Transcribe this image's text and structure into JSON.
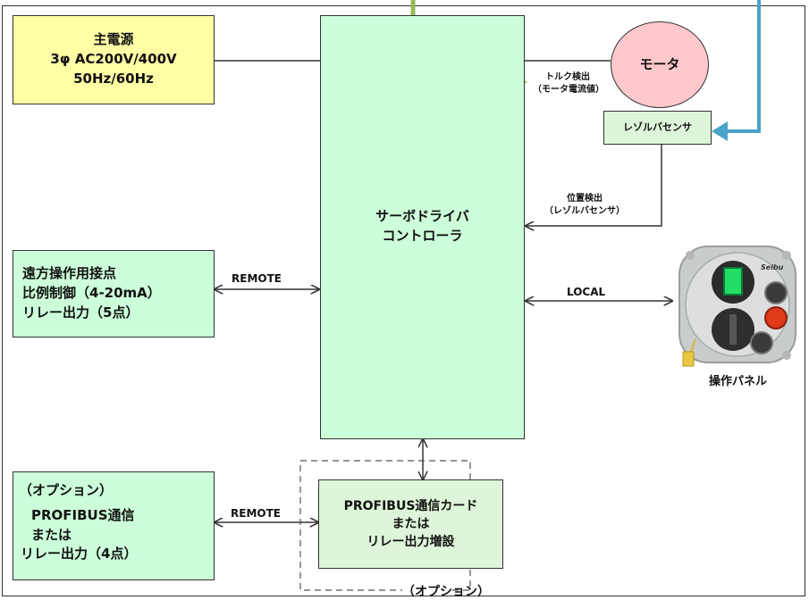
{
  "power": {
    "title": "主電源",
    "line1": "3φ AC200V/400V",
    "line2": "50Hz/60Hz"
  },
  "driver": {
    "line1": "サーボドライバ",
    "line2": "コントローラ"
  },
  "motor": {
    "label": "モータ"
  },
  "resolver": {
    "label": "レゾルバセンサ"
  },
  "torque": {
    "line1": "トルク検出",
    "line2": "（モータ電流値）"
  },
  "position": {
    "line1": "位置検出",
    "line2": "（レゾルバセンサ）"
  },
  "remote_box": {
    "line1": "遠方操作用接点",
    "line2": "比例制御（4-20mA）",
    "line3": "リレー出力（5点）"
  },
  "option_box": {
    "line1": "（オプション）",
    "line2": "PROFIBUS通信",
    "line3": "または",
    "line4": "リレー出力（4点）"
  },
  "card": {
    "line1": "PROFIBUS通信カード",
    "line2": "または",
    "line3": "リレー出力増設"
  },
  "option_label": "（オプション）",
  "remote_label_1": "REMOTE",
  "remote_label_2": "REMOTE",
  "local_label": "LOCAL",
  "panel_label": "操作パネル",
  "panel_brand": "Seibu",
  "colors": {
    "power_fill": "#ffffa6",
    "box_fill": "#ccffd9",
    "card_fill": "#ddf5d8",
    "motor_fill": "#ffc8cc",
    "green_arrow": "#9ab858",
    "blue_arrow": "#4aa3c8"
  }
}
